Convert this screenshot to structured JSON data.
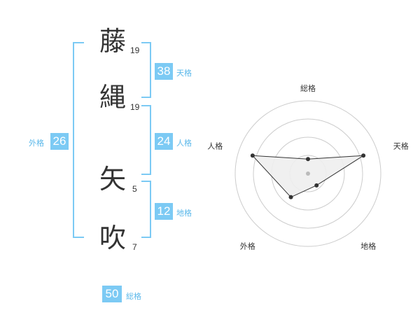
{
  "name": {
    "chars": [
      {
        "char": "藤",
        "strokes": "19"
      },
      {
        "char": "縄",
        "strokes": "19"
      },
      {
        "char": "矢",
        "strokes": "5"
      },
      {
        "char": "吹",
        "strokes": "7"
      }
    ]
  },
  "kakusu": {
    "tenkaku": {
      "value": "38",
      "label": "天格"
    },
    "jinkaku": {
      "value": "24",
      "label": "人格"
    },
    "chikaku": {
      "value": "12",
      "label": "地格"
    },
    "gaikaku": {
      "value": "26",
      "label": "外格"
    },
    "soukaku": {
      "value": "50",
      "label": "総格"
    }
  },
  "chart_data": {
    "type": "radar",
    "axes": [
      "総格",
      "天格",
      "地格",
      "外格",
      "人格"
    ],
    "values": [
      0.2,
      0.8,
      0.2,
      0.4,
      0.8
    ],
    "max": 1,
    "rings": 4,
    "colors": {
      "fill": "#eeeeee",
      "stroke": "#333333",
      "grid": "#cccccc",
      "point": "#333333",
      "center": "#bbbbbb"
    }
  },
  "colors": {
    "accent": "#7ccaf4",
    "accent_text": "#5bb8ea"
  }
}
